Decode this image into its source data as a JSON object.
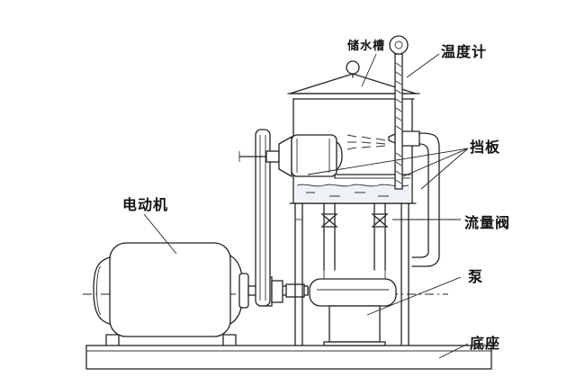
{
  "labels": {
    "water_tank": "储水槽",
    "thermometer": "温度计",
    "baffle": "挡板",
    "motor": "电动机",
    "flow_valve": "流量阀",
    "pump": "泵",
    "base": "底座"
  }
}
